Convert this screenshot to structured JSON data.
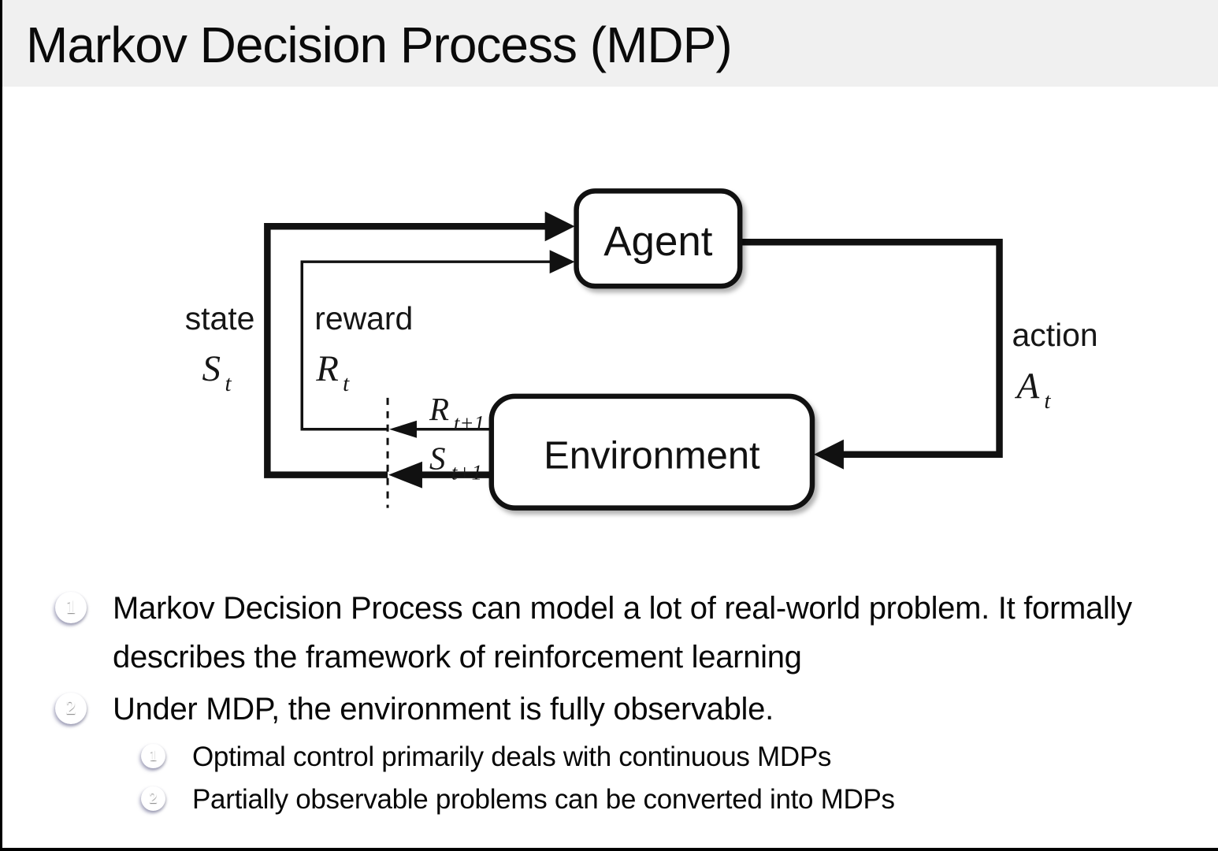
{
  "title": "Markov Decision Process (MDP)",
  "colors": {
    "title_bar_bg": "#f0f0f0",
    "badge_blue": "#262672",
    "text": "#080808",
    "diagram_ink": "#111111"
  },
  "diagram": {
    "agent_label": "Agent",
    "environment_label": "Environment",
    "state": {
      "word": "state",
      "symbol": "S",
      "sub": "t"
    },
    "reward": {
      "word": "reward",
      "symbol": "R",
      "sub": "t"
    },
    "action": {
      "word": "action",
      "symbol": "A",
      "sub": "t"
    },
    "next_reward": {
      "symbol": "R",
      "sub": "t+1"
    },
    "next_state": {
      "symbol": "S",
      "sub": "t+1"
    }
  },
  "bullets": [
    {
      "number": "1",
      "text": "Markov Decision Process can model a lot of real-world problem. It formally describes the framework of reinforcement learning",
      "sub": []
    },
    {
      "number": "2",
      "text": "Under MDP, the environment is fully observable.",
      "sub": [
        {
          "number": "1",
          "text": "Optimal control primarily deals with continuous MDPs"
        },
        {
          "number": "2",
          "text": "Partially observable problems can be converted into MDPs"
        }
      ]
    }
  ]
}
